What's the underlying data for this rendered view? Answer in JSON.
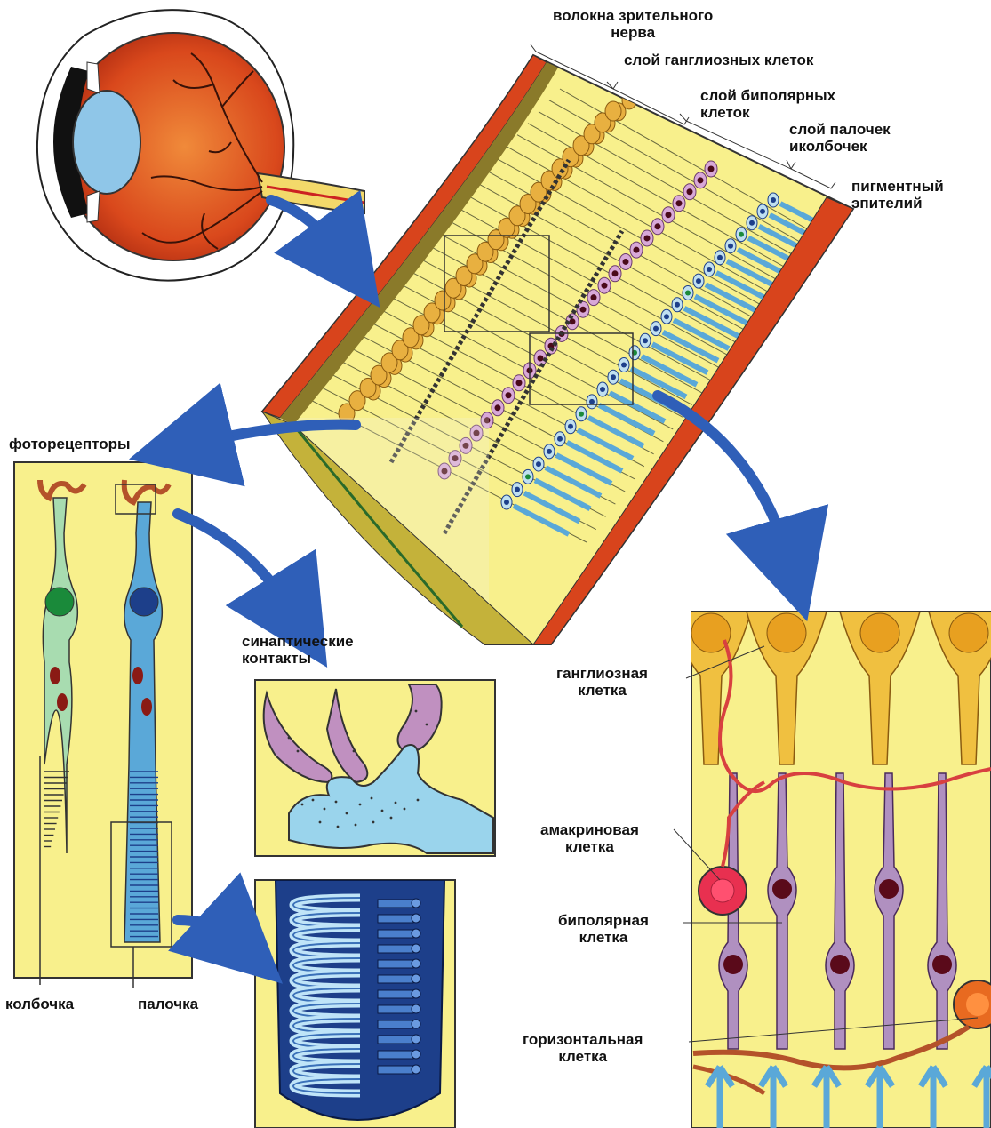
{
  "labels": {
    "optic_fibers": [
      "волокна зрительного",
      "нерва"
    ],
    "ganglion_layer": "слой ганглиозных клеток",
    "bipolar_layer": [
      "слой биполярных",
      "клеток"
    ],
    "rods_cones_layer": [
      "слой палочек",
      "иколбочек"
    ],
    "pigment_epithelium": [
      "пигментный",
      "эпителий"
    ],
    "photoreceptors": "фоторецепторы",
    "synaptic_contacts": [
      "синаптические",
      "контакты"
    ],
    "cone": "колбочка",
    "rod": "палочка",
    "ganglion_cell": [
      "ганглиозная",
      "клетка"
    ],
    "amacrine_cell": [
      "амакриновая",
      "клетка"
    ],
    "bipolar_cell": [
      "биполярная",
      "клетка"
    ],
    "horizontal_cell": [
      "горизонтальная",
      "клетка"
    ]
  },
  "colors": {
    "retina_yellow": "#f8f08c",
    "sclera_red": "#d8441c",
    "ganglion_orange": "#e8b040",
    "bipolar_purple": "#b090c0",
    "rod_blue": "#5aa8d8",
    "cone_green": "#a8dcb0",
    "arrow_blue": "#2f5fb8"
  }
}
